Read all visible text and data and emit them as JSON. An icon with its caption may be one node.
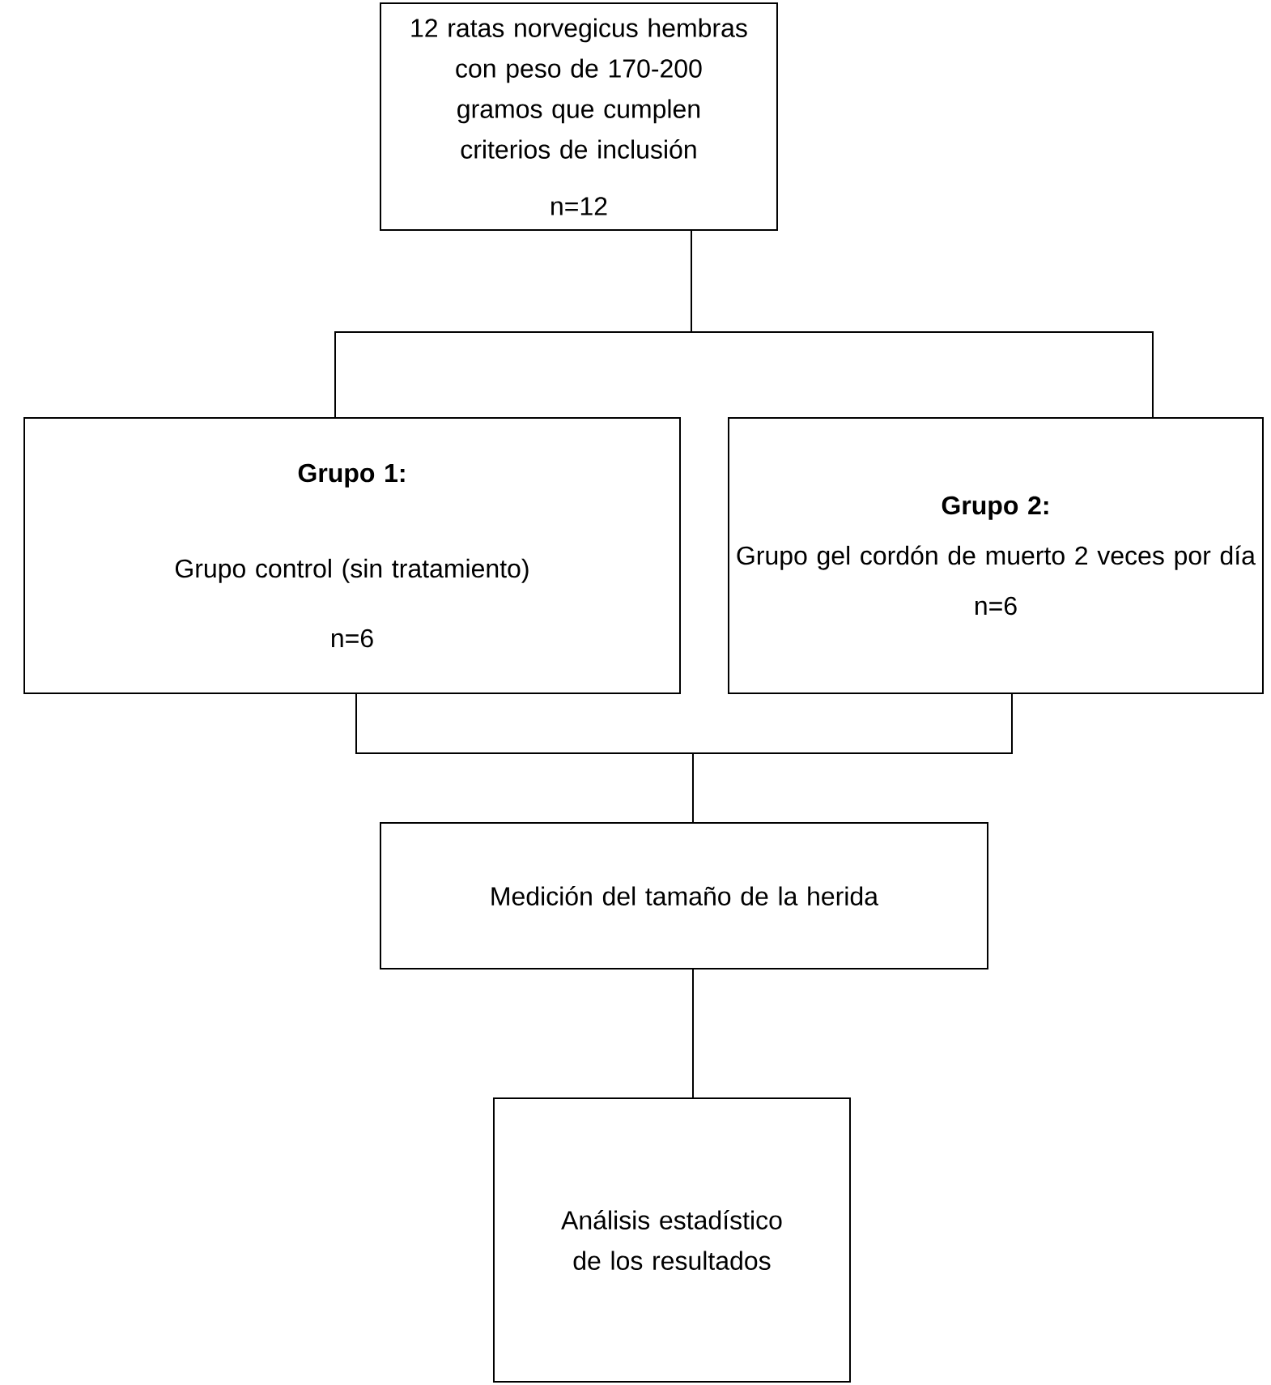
{
  "diagram": {
    "nodes": [
      {
        "text": [
          "12 ratas norvegicus hembras con peso de 170-200 gramos que cumplen criterios de inclusión",
          "n=12"
        ]
      },
      {
        "text": [
          "Grupo 1:",
          "Grupo control (sin tratamiento)",
          "n=6"
        ]
      },
      {
        "text": [
          "Grupo 2:",
          "Grupo gel cordón de muerto 2 veces por día",
          "n=6"
        ]
      },
      {
        "text": [
          "Medición del tamaño de la herida"
        ]
      },
      {
        "text": [
          "Análisis estadístico de los resultados"
        ]
      }
    ],
    "edges": [
      {
        "from": 0,
        "to": 1,
        "arrow": "none"
      },
      {
        "from": 0,
        "to": 2,
        "arrow": "none"
      },
      {
        "from": 1,
        "to": 3,
        "arrow": "none"
      },
      {
        "from": 2,
        "to": 3,
        "arrow": "none"
      },
      {
        "from": 3,
        "to": 4,
        "arrow": "none"
      }
    ]
  }
}
